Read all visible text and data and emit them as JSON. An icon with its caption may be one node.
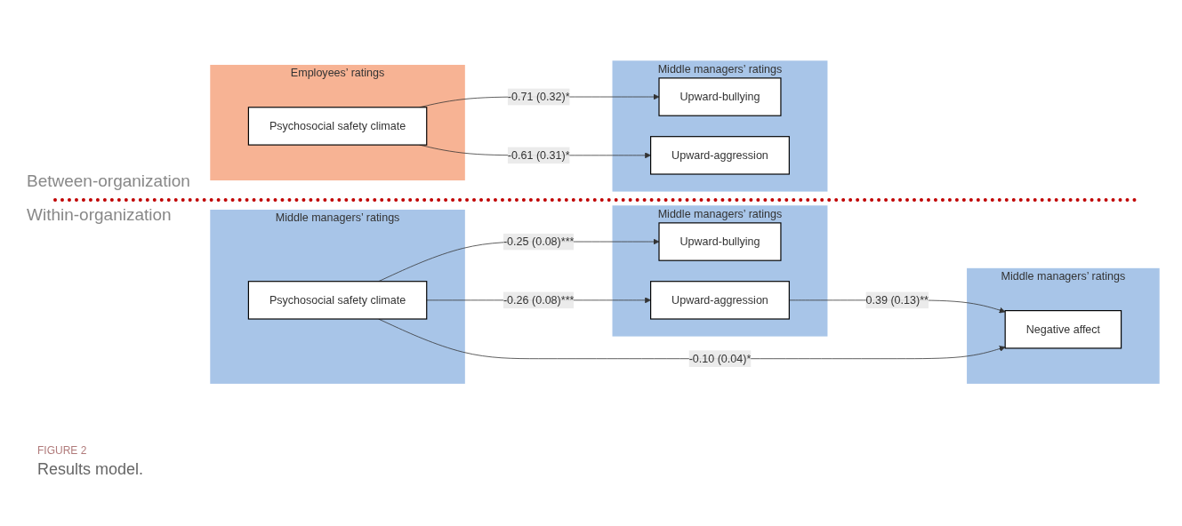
{
  "diagram": {
    "caption": "Results model.",
    "nodes": [
      {
        "text": [
          "Employees’ ratings"
        ]
      },
      {
        "text": [
          "Psychosocial safety climate"
        ],
        "in": 0
      },
      {
        "text": [
          "Middle managers’ ratings"
        ]
      },
      {
        "text": [
          "Upward-bullying"
        ],
        "in": 2
      },
      {
        "text": [
          "Upward-aggression"
        ],
        "in": 2
      },
      {
        "text": [
          "Middle managers’ ratings"
        ]
      },
      {
        "text": [
          "Psychosocial safety climate"
        ],
        "in": 5
      },
      {
        "text": [
          "Middle managers’ ratings"
        ]
      },
      {
        "text": [
          "Upward-bullying"
        ],
        "in": 7
      },
      {
        "text": [
          "Upward-aggression"
        ],
        "in": 7
      },
      {
        "text": [
          "Middle managers’ ratings"
        ]
      },
      {
        "text": [
          "Negative affect"
        ],
        "in": 10
      }
    ],
    "edges": [
      {
        "from": 1,
        "to": 3,
        "arrow": "to",
        "label": "-0.71 (0.32)*"
      },
      {
        "from": 1,
        "to": 4,
        "arrow": "to",
        "label": "-0.61 (0.31)*"
      },
      {
        "from": 6,
        "to": 8,
        "arrow": "to",
        "label": "-0.25 (0.08)***"
      },
      {
        "from": 6,
        "to": 9,
        "arrow": "to",
        "label": "-0.26 (0.08)***"
      },
      {
        "from": 9,
        "to": 11,
        "arrow": "to",
        "label": "0.39 (0.13)**"
      },
      {
        "from": 6,
        "to": 11,
        "arrow": "to",
        "label": "-0.10 (0.04)*"
      }
    ],
    "labels": [
      "Between-organization",
      "Within-organization",
      "FIGURE 2"
    ]
  }
}
